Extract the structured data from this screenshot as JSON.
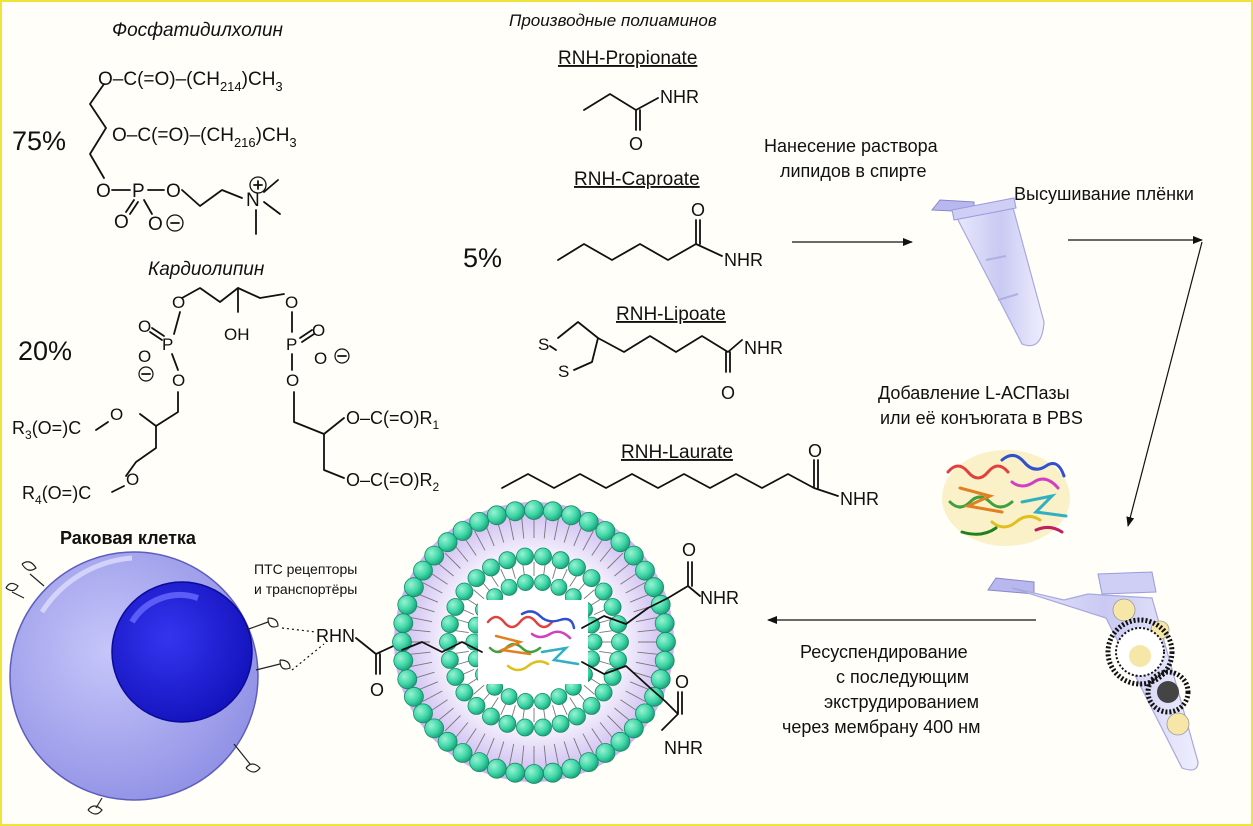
{
  "colors": {
    "frame": "#f0e33a",
    "cell": "#a9a9f0",
    "nucleus": "#1f1fd6",
    "lipid_head": "#3cd6a6",
    "lipid_dark": "#1c9c77",
    "tube": "#d7d7f7"
  },
  "phosphatidylcholine": {
    "title": "Фосфатидилхолин",
    "percent": "75%",
    "chain1": "O–C(=O)–(CH",
    "chain1_sub": "2",
    "chain1_n": "14",
    "chain1_end": "CH",
    "chain1_end_sub": "3",
    "chain2": "O–C(=O)–(CH",
    "chain2_n": "16",
    "head_o1": "O",
    "head_p": "P",
    "head_o2": "O",
    "head_o3": "O",
    "head_o4": "O",
    "head_n": "N"
  },
  "cardiolipin": {
    "title": "Кардиолипин",
    "percent": "20%",
    "oh": "OH",
    "p": "P",
    "o": "O",
    "r1": "O–C(=O)R",
    "r1_sub": "1",
    "r2": "O–C(=O)R",
    "r2_sub": "2",
    "r3": "R",
    "r3_sub": "3",
    "r3_rest": "(O=)C",
    "r4": "R",
    "r4_sub": "4",
    "r4_rest": "(O=)C"
  },
  "polyamines": {
    "title": "Производные полиаминов",
    "percent": "5%",
    "propionate": "RNH-Propionate",
    "caproate": "RNH-Caproate",
    "lipoate": "RNH-Lipoate",
    "laurate": "RNH-Laurate",
    "nhr": "NHR",
    "o": "O",
    "s": "S"
  },
  "steps": {
    "apply_1": "Нанесение раствора",
    "apply_2": "липидов в спирте",
    "dry": "Высушивание плёнки",
    "add_1": "Добавление L-АСПазы",
    "add_2": "или её конъюгата в PBS",
    "res_1": "Ресуспендирование",
    "res_2": "с последующим",
    "res_3": "экструдированием",
    "res_4": "через мембрану 400 нм"
  },
  "cell": {
    "title": "Раковая клетка",
    "receptors_1": "ПТС рецепторы",
    "receptors_2": "и транспортёры",
    "rhn": "RHN",
    "nhr": "NHR",
    "o": "O"
  }
}
